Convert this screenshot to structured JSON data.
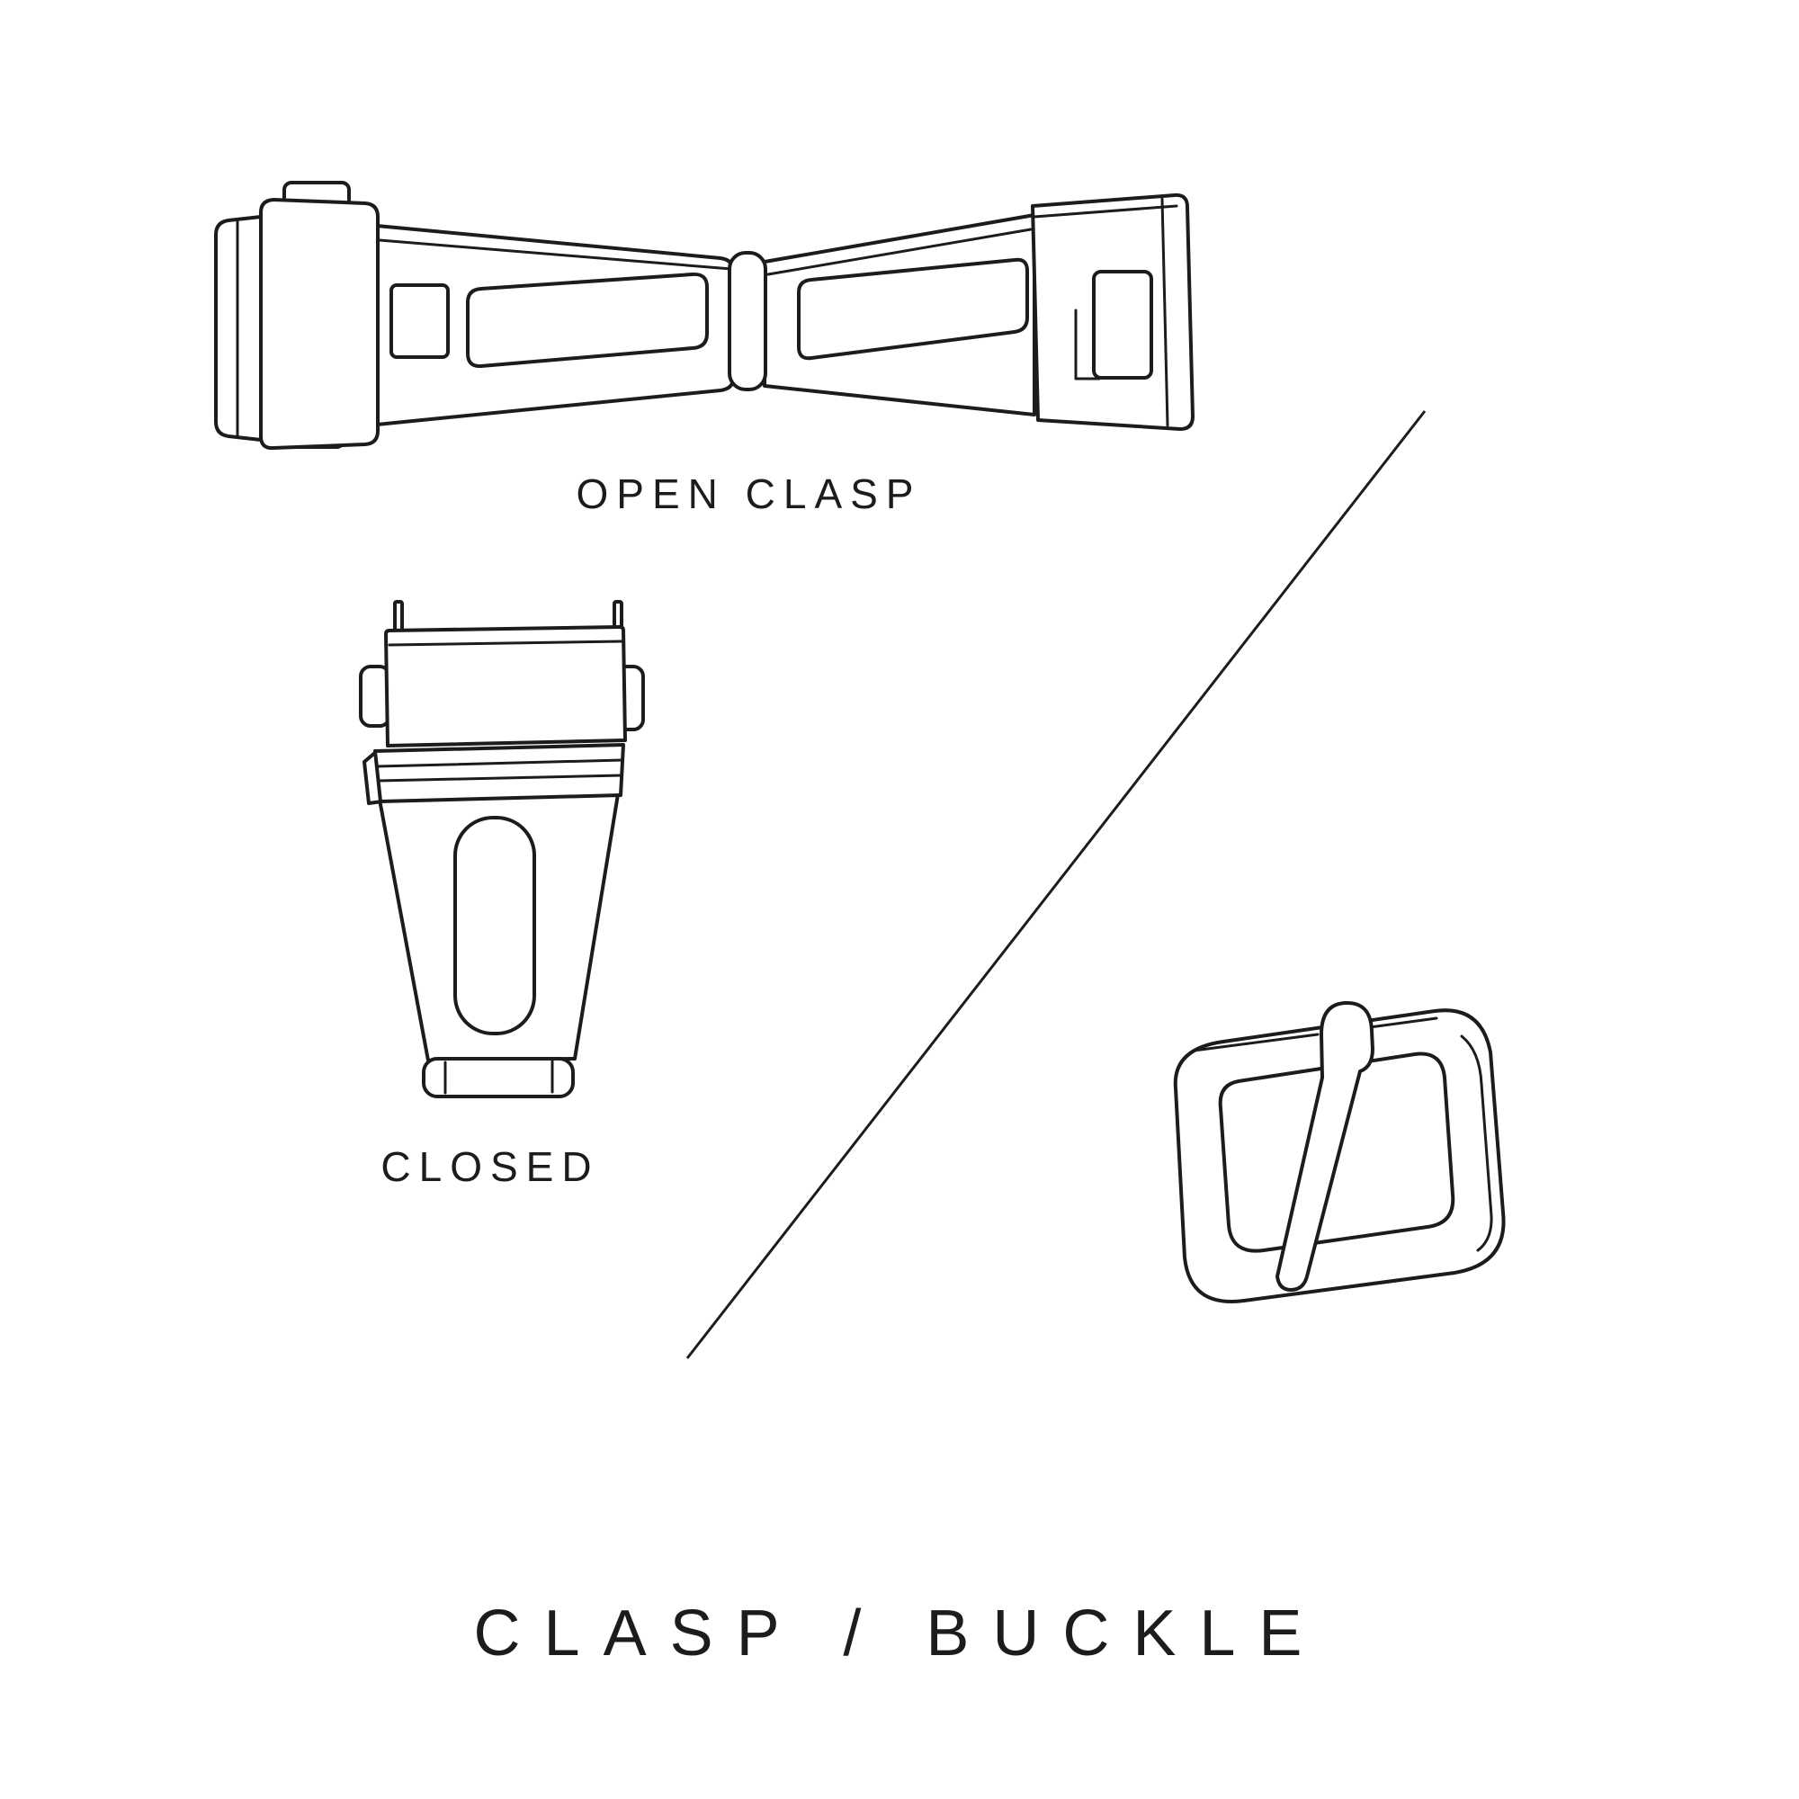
{
  "page": {
    "background_color": "#ffffff",
    "line_color": "#1c1c1c",
    "title": "CLASP / BUCKLE"
  },
  "labels": {
    "open_clasp": "OPEN CLASP",
    "closed": "CLOSED"
  }
}
